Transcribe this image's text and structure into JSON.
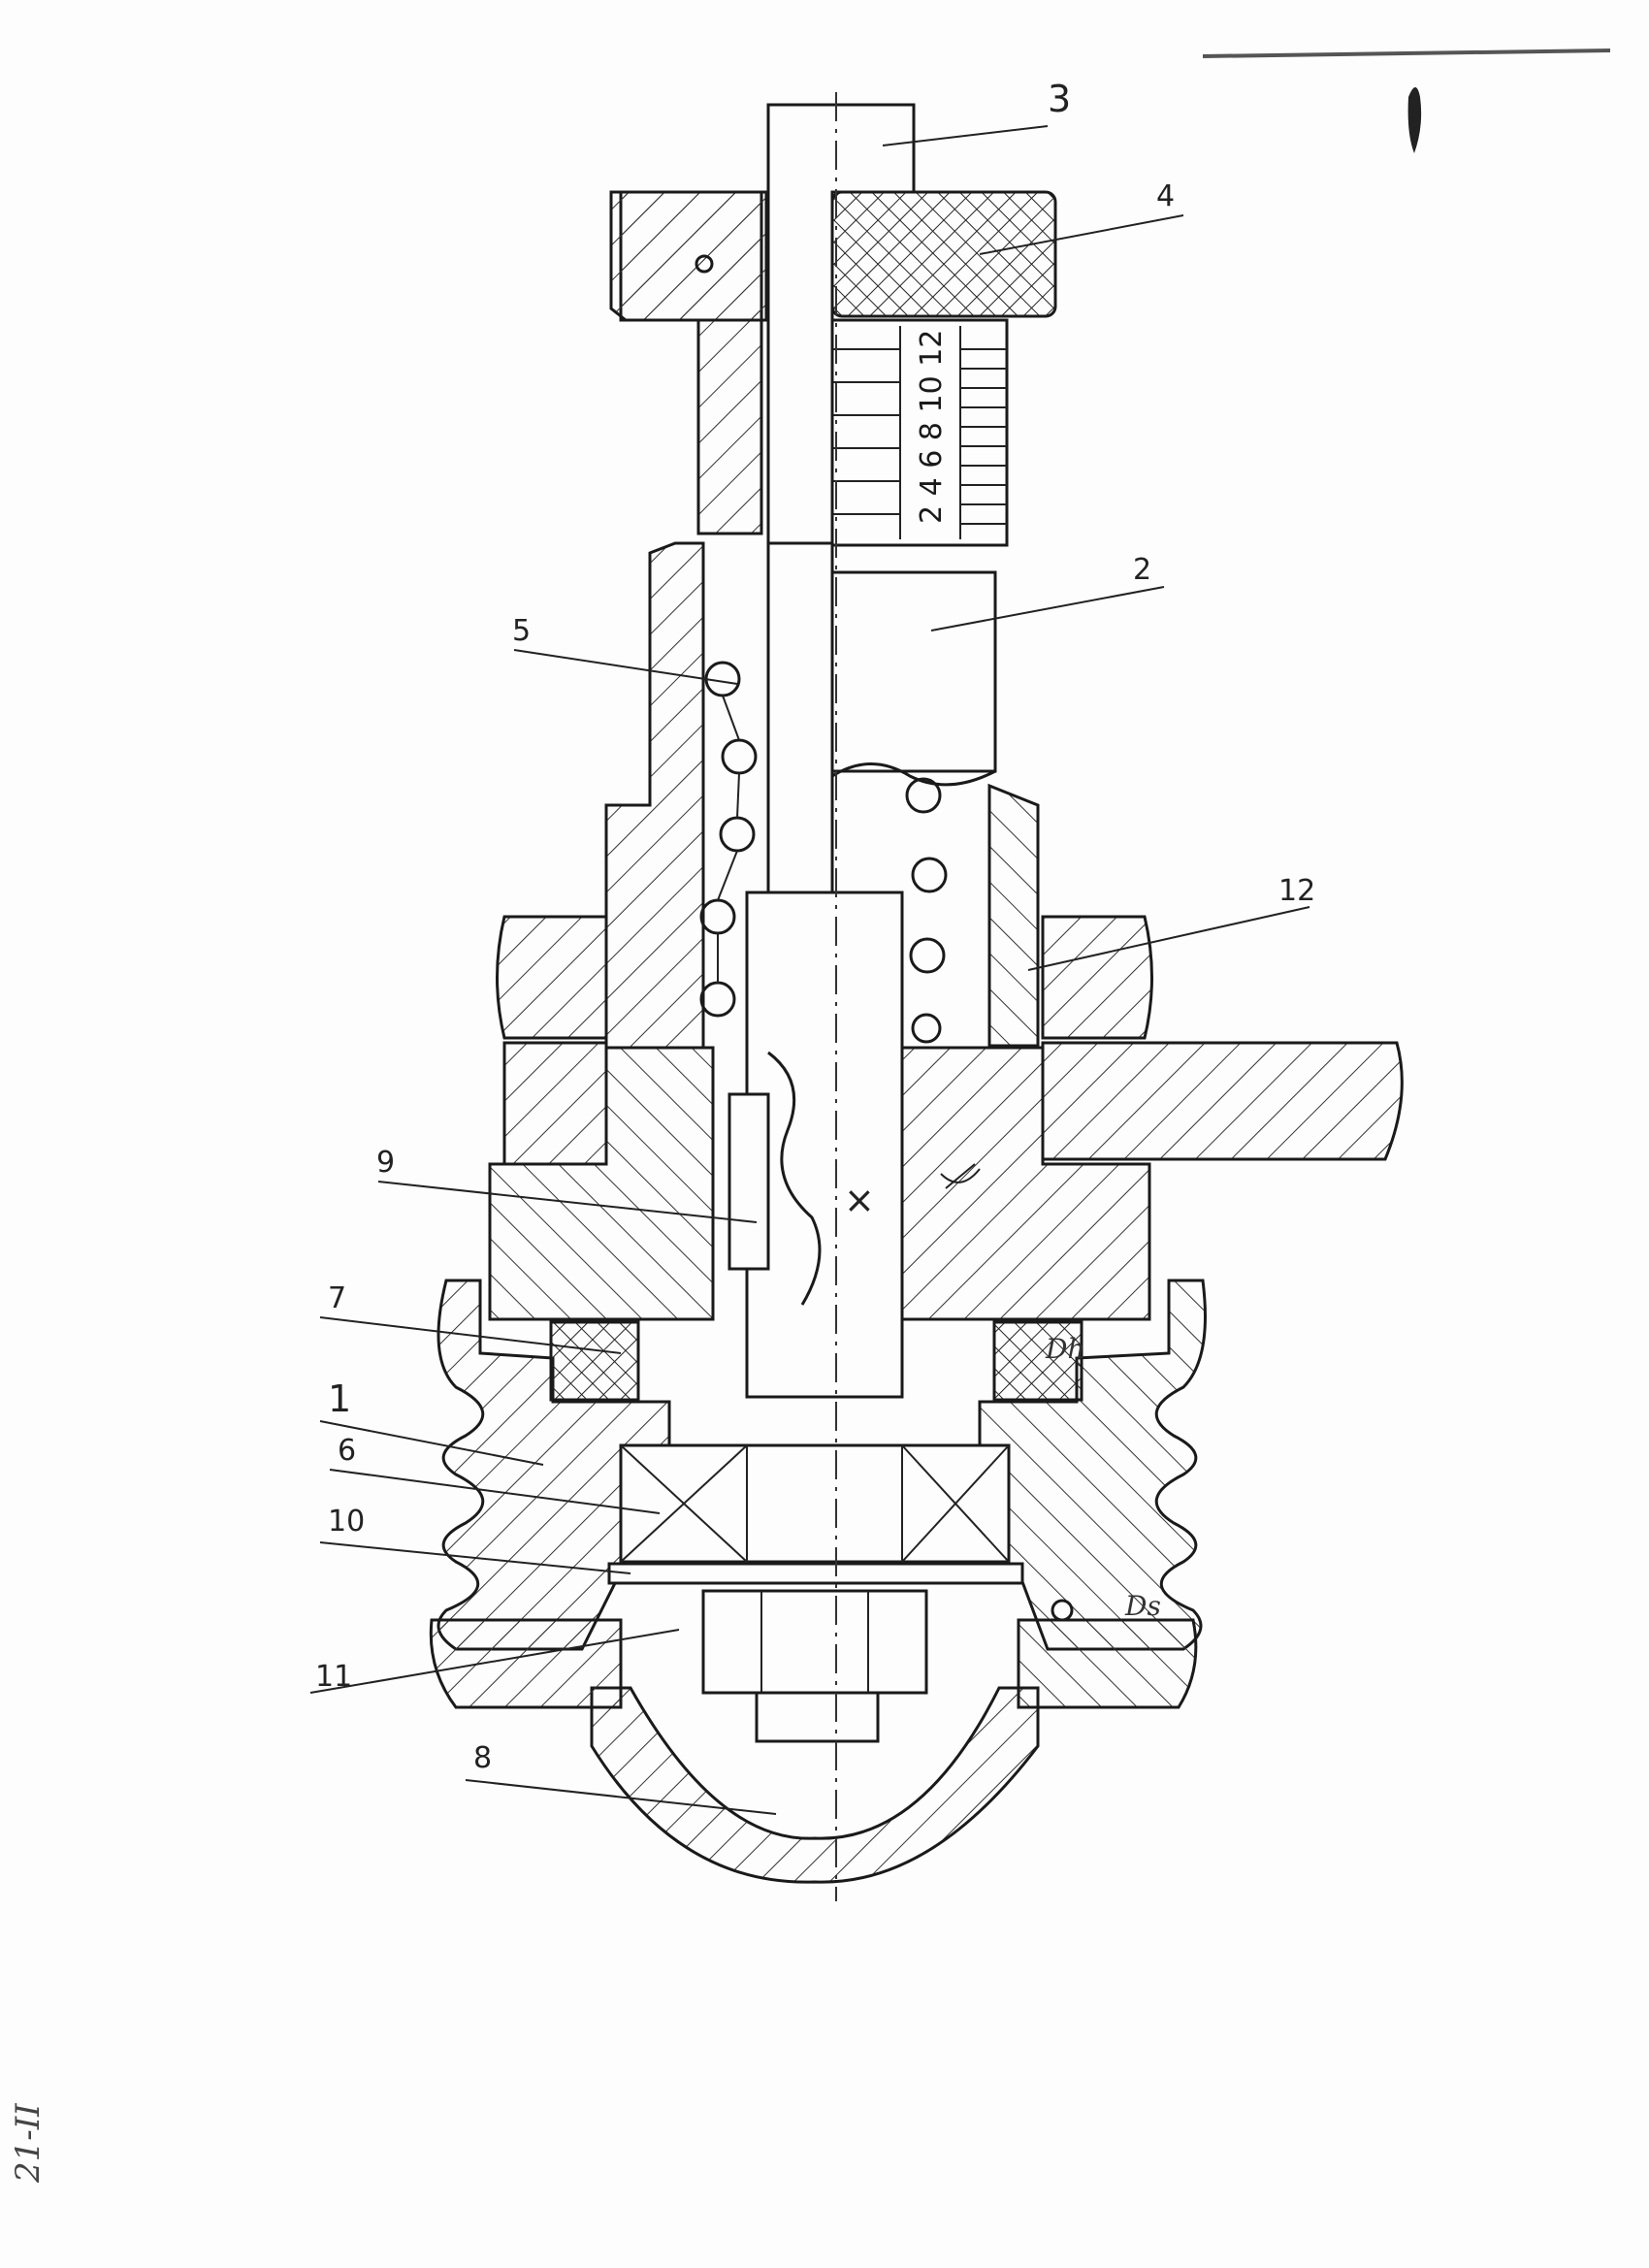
{
  "diagram": {
    "part_labels": [
      {
        "id": "p1",
        "text": "1"
      },
      {
        "id": "p2",
        "text": "2"
      },
      {
        "id": "p3",
        "text": "3"
      },
      {
        "id": "p4",
        "text": "4"
      },
      {
        "id": "p5",
        "text": "5"
      },
      {
        "id": "p6",
        "text": "6"
      },
      {
        "id": "p7",
        "text": "7"
      },
      {
        "id": "p8",
        "text": "8"
      },
      {
        "id": "p9",
        "text": "9"
      },
      {
        "id": "p10",
        "text": "10"
      },
      {
        "id": "p11",
        "text": "11"
      },
      {
        "id": "p12",
        "text": "12"
      }
    ],
    "scale_marks": "2 4 6 8 10 12",
    "annotations": {
      "dh": "Dh",
      "ds": "Ds",
      "section_x": "×",
      "margin_note": "21-II"
    },
    "colors": {
      "ink": "#1a1a1a",
      "paper": "#fdfdfd"
    }
  }
}
